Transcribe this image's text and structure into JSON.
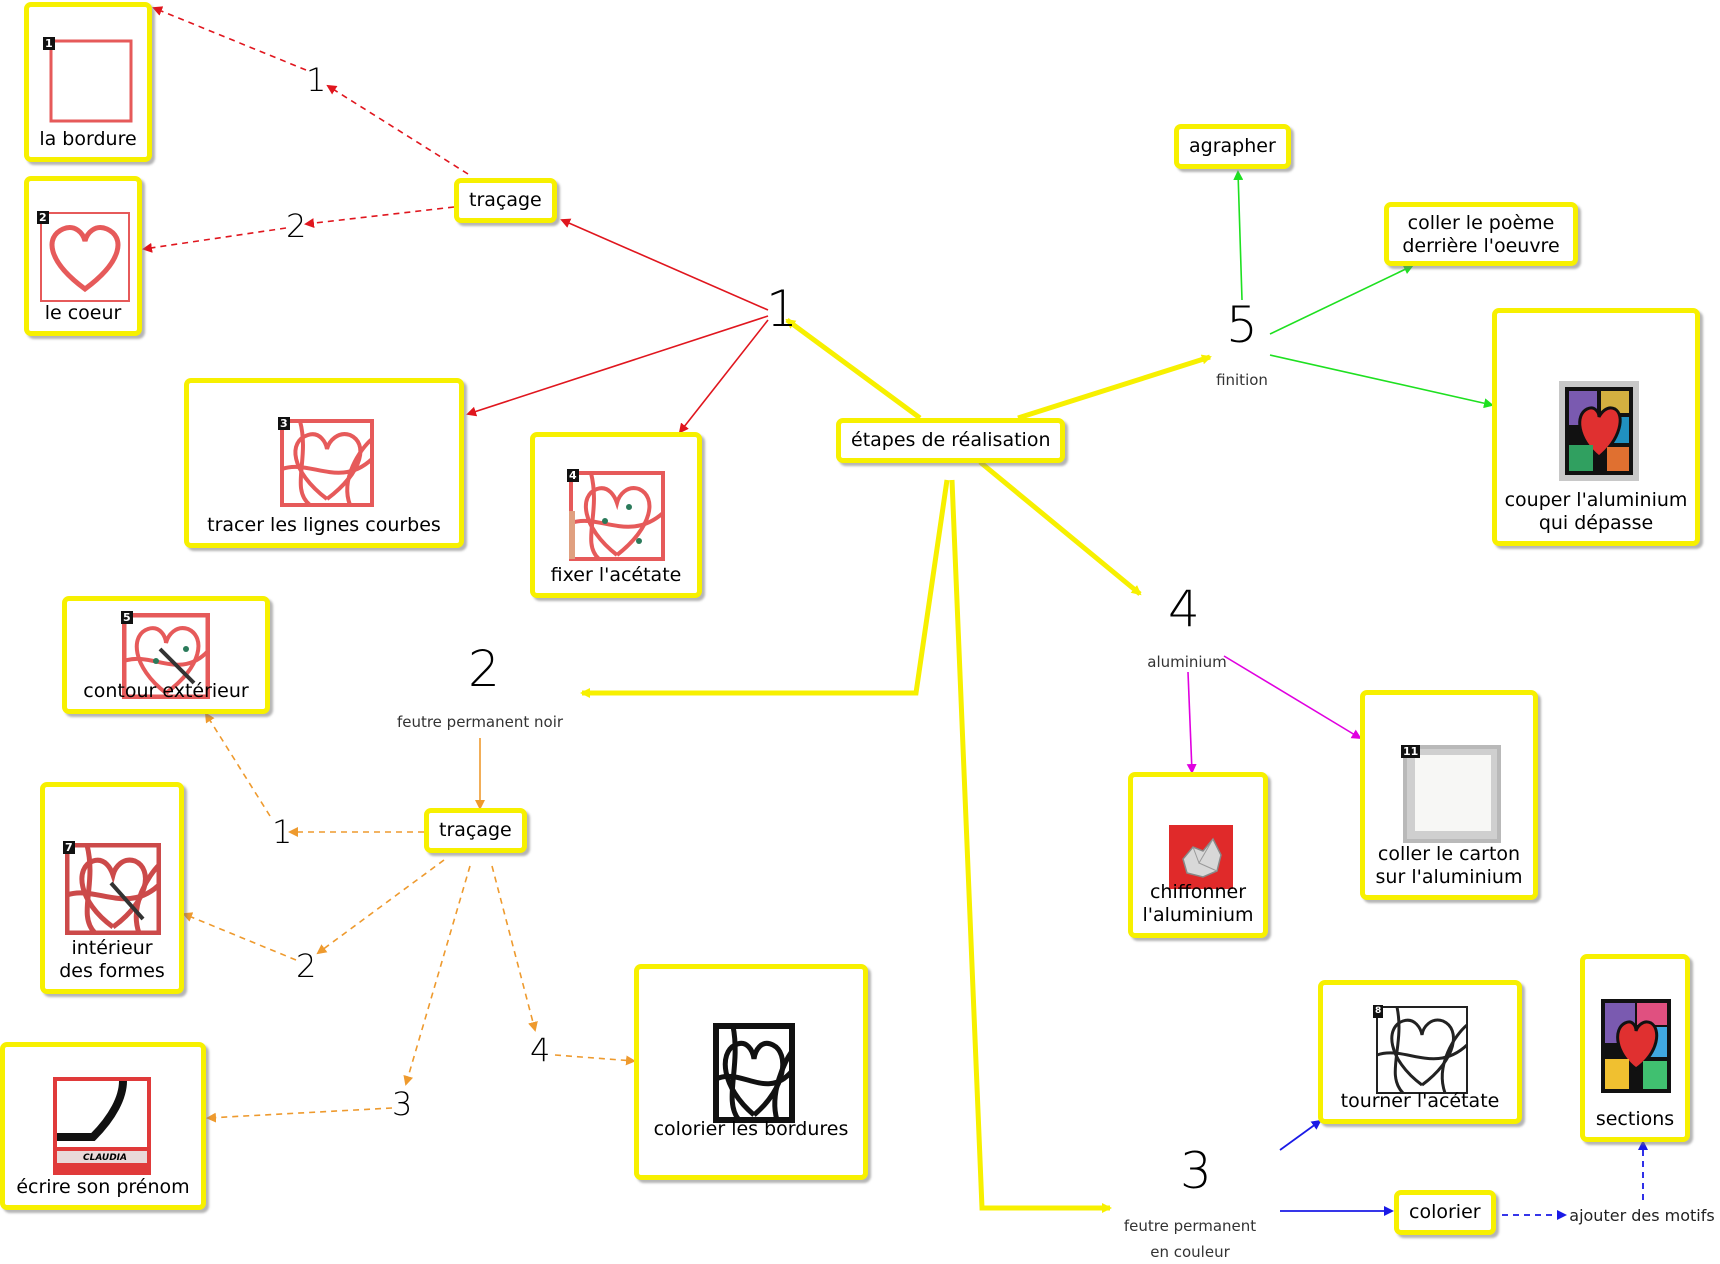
{
  "center": "étapes de réalisation",
  "colors": {
    "box_border": "#f7f000",
    "main_arrow": "#f7f000",
    "step1_arrow": "#e0161e",
    "step2_arrow": "#ee9a2e",
    "step3_arrow": "#1a1ae6",
    "step4_arrow": "#e000e0",
    "step5_arrow": "#1ee020"
  },
  "step1": {
    "number": "1",
    "tracage": "traçage",
    "sub1": "1",
    "sub2": "2",
    "bordure": {
      "label": "la bordure",
      "badge": "1"
    },
    "coeur": {
      "label": "le coeur",
      "badge": "2"
    },
    "lignes": {
      "label": "tracer les lignes courbes",
      "badge": "3"
    },
    "acetate": {
      "label": "fixer l'acétate",
      "badge": "4"
    }
  },
  "step2": {
    "number": "2",
    "caption": "feutre permanent noir",
    "tracage": "traçage",
    "sub1": "1",
    "sub2": "2",
    "sub3": "3",
    "sub4": "4",
    "contour": {
      "label": "contour extérieur",
      "badge": "5"
    },
    "interieur": {
      "line1": "intérieur",
      "line2": "des formes",
      "badge": "7"
    },
    "prenom": {
      "label": "écrire son prénom",
      "name": "CLAUDIA"
    },
    "bordures": {
      "label": "colorier les bordures"
    }
  },
  "step3": {
    "number": "3",
    "caption1": "feutre permanent",
    "caption2": "en couleur",
    "tourner": {
      "label": "tourner l'acétate",
      "badge": "8"
    },
    "colorier": "colorier",
    "motifs": "ajouter des motifs",
    "sections": {
      "label": "sections"
    }
  },
  "step4": {
    "number": "4",
    "caption": "aluminium",
    "chiffonner": {
      "line1": "chiffonner",
      "line2": "l'aluminium"
    },
    "carton": {
      "line1": "coller le carton",
      "line2": "sur l'aluminium",
      "badge": "11"
    }
  },
  "step5": {
    "number": "5",
    "caption": "finition",
    "agrapher": "agrapher",
    "poeme": {
      "line1": "coller le poème",
      "line2": "derrière l'oeuvre"
    },
    "couper": {
      "line1": "couper l'aluminium",
      "line2": "qui dépasse"
    }
  }
}
